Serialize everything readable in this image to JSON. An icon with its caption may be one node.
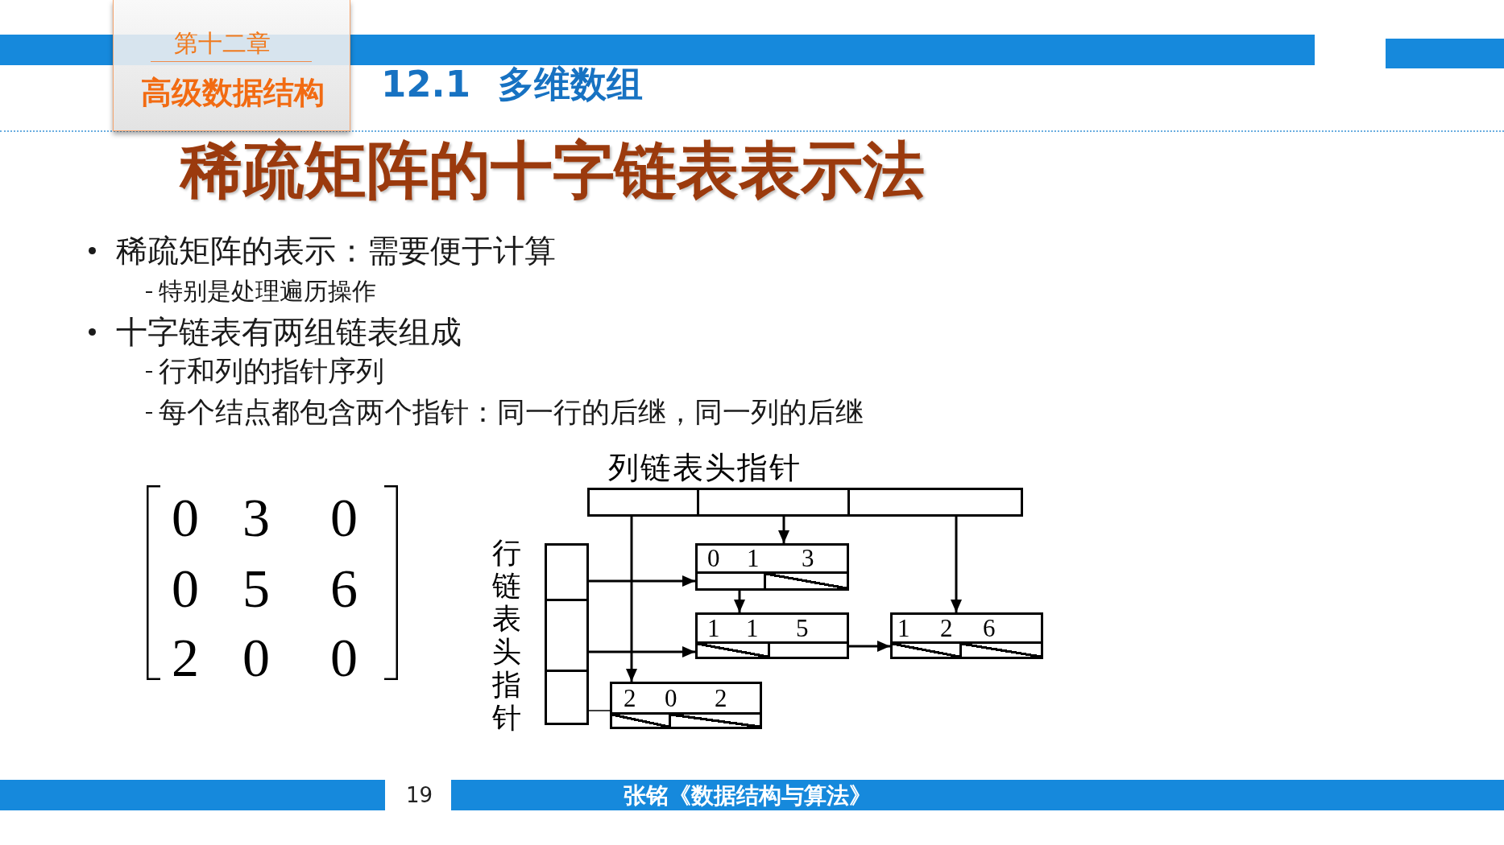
{
  "diagram": {
    "title": "稀疏矩阵的十字链表表示法",
    "nodes": [
      {
        "text": [
          "列链表头指针"
        ]
      },
      {
        "text": [],
        "shape": "box",
        "in": 0
      },
      {
        "text": [],
        "shape": "box",
        "in": 0
      },
      {
        "text": [],
        "shape": "box",
        "in": 0
      },
      {
        "text": [
          "行链表头指针"
        ]
      },
      {
        "text": [],
        "shape": "box",
        "in": 4
      },
      {
        "text": [],
        "shape": "box",
        "in": 4
      },
      {
        "text": [],
        "shape": "box",
        "in": 4
      },
      {
        "text": [
          "0",
          "1",
          "3"
        ]
      },
      {
        "text": [
          "1",
          "1",
          "5"
        ]
      },
      {
        "text": [
          "1",
          "2",
          "6"
        ]
      },
      {
        "text": [
          "2",
          "0",
          "2"
        ]
      }
    ],
    "edges": [
      {
        "from": 1,
        "to": 11,
        "arrow": "to"
      },
      {
        "from": 2,
        "to": 8,
        "arrow": "to"
      },
      {
        "from": 3,
        "to": 10,
        "arrow": "to"
      },
      {
        "from": 5,
        "to": 8,
        "arrow": "to"
      },
      {
        "from": 6,
        "to": 9,
        "arrow": "to"
      },
      {
        "from": 7,
        "to": 11,
        "arrow": "none"
      },
      {
        "from": 8,
        "to": 9,
        "arrow": "to"
      },
      {
        "from": 9,
        "to": 10,
        "arrow": "to"
      }
    ],
    "labels": [
      "第十二章",
      "高级数据结构",
      "12.1 多维数组",
      "稀疏矩阵的表示：需要便于计算",
      "特别是处理遍历操作",
      "十字链表有两组链表组成",
      "行和列的指针序列",
      "每个结点都包含两个指针：同一行的后继，同一列的后继",
      "0",
      "3",
      "0",
      "0",
      "5",
      "6",
      "2",
      "0",
      "0",
      "19",
      "张铭《数据结构与算法》"
    ]
  }
}
